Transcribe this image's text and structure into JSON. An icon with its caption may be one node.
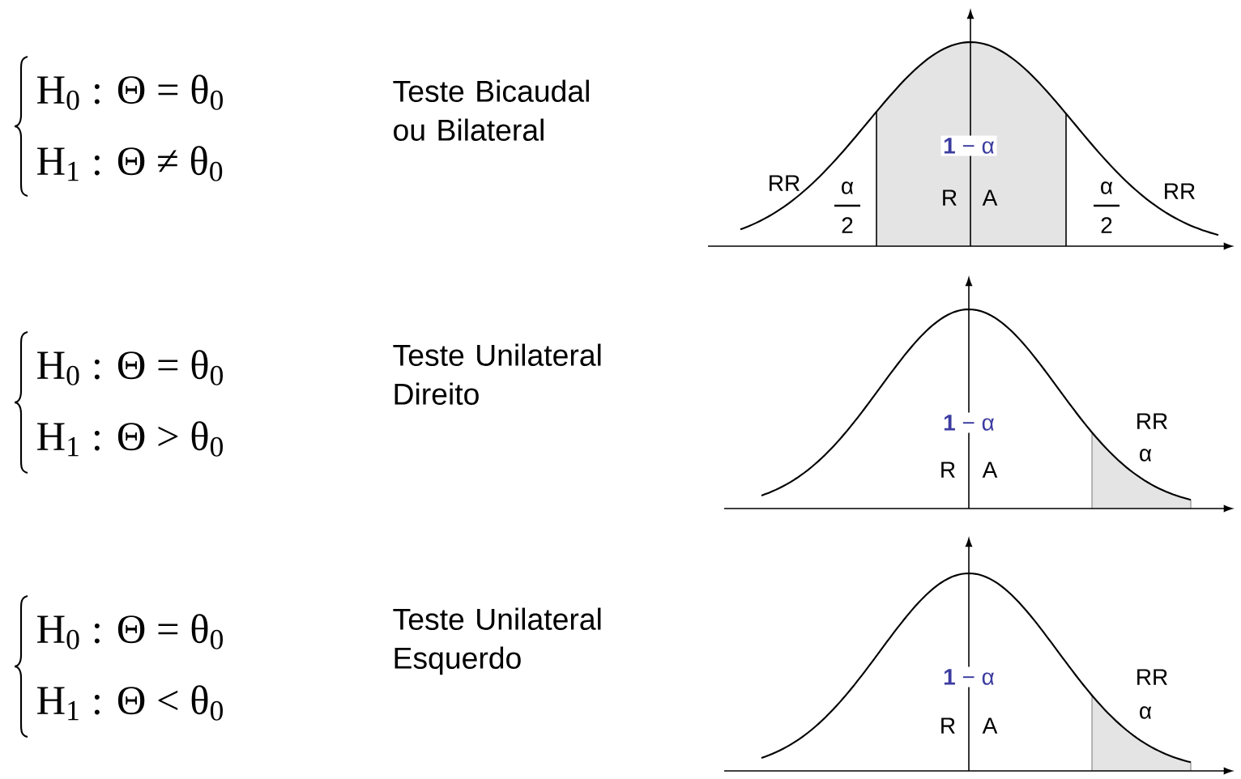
{
  "diagram": {
    "labels": [
      "H$_{0}$ : Θ = θ$_{0}$",
      "H$_{1}$ : Θ ≠ θ$_{0}$",
      "Teste Bicaudal ou Bilateral",
      "**1** − α",
      "RR",
      "α",
      "2",
      "R",
      "A",
      "α",
      "2",
      "RR",
      "H$_{0}$ : Θ = θ$_{0}$",
      "H$_{1}$ : Θ > θ$_{0}$",
      "Teste Unilateral Direito",
      "**1** − α",
      "RR",
      "α",
      "R",
      "A",
      "H$_{0}$ : Θ = θ$_{0}$",
      "H$_{1}$ : Θ < θ$_{0}$",
      "Teste Unilateral Esquerdo",
      "**1** − α",
      "RR",
      "α",
      "R",
      "A"
    ]
  }
}
